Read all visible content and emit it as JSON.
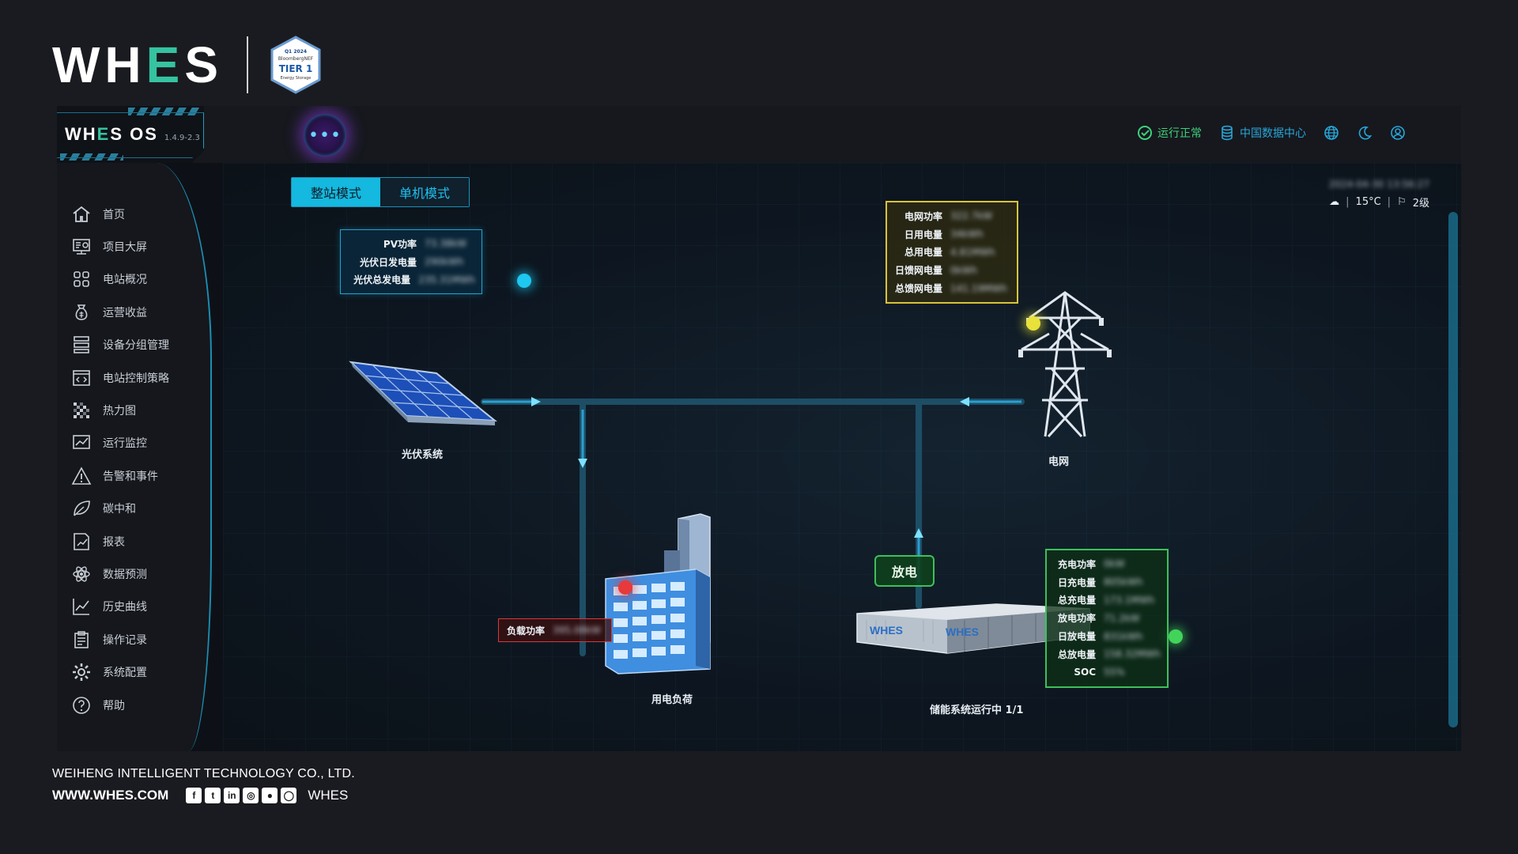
{
  "brand": {
    "logo_left": "WH",
    "logo_e": "E",
    "logo_right": "S",
    "badge": {
      "year": "Q1 2024",
      "line1": "BloombergNEF",
      "tier": "TIER 1",
      "line2": "Energy Storage"
    }
  },
  "os": {
    "name_left": "WH",
    "name_e": "E",
    "name_right": "S OS",
    "version": "1.4.9-2.3"
  },
  "ai_orb": "•••",
  "topbar": {
    "status": "运行正常",
    "datacenter": "中国数据中心"
  },
  "sidebar": {
    "items": [
      {
        "label": "首页",
        "icon": "home-icon"
      },
      {
        "label": "项目大屏",
        "icon": "dashboard-icon"
      },
      {
        "label": "电站概况",
        "icon": "grid-icon"
      },
      {
        "label": "运营收益",
        "icon": "money-bag-icon"
      },
      {
        "label": "设备分组管理",
        "icon": "device-group-icon"
      },
      {
        "label": "电站控制策略",
        "icon": "code-window-icon"
      },
      {
        "label": "热力图",
        "icon": "heatmap-icon"
      },
      {
        "label": "运行监控",
        "icon": "monitor-icon"
      },
      {
        "label": "告警和事件",
        "icon": "warning-icon"
      },
      {
        "label": "碳中和",
        "icon": "leaf-icon"
      },
      {
        "label": "报表",
        "icon": "report-icon"
      },
      {
        "label": "数据预测",
        "icon": "atom-icon"
      },
      {
        "label": "历史曲线",
        "icon": "line-chart-icon"
      },
      {
        "label": "操作记录",
        "icon": "clipboard-icon"
      },
      {
        "label": "系统配置",
        "icon": "gear-icon"
      },
      {
        "label": "帮助",
        "icon": "help-icon"
      }
    ]
  },
  "modes": {
    "station": "整站模式",
    "single": "单机模式"
  },
  "weather": {
    "date": "2024-04-30 13:56:27",
    "temp": "15°C",
    "wind": "2级"
  },
  "pv": {
    "label": "光伏系统",
    "rows": [
      {
        "k": "PV功率",
        "v": "73.38kW"
      },
      {
        "k": "光伏日发电量",
        "v": "290kWh"
      },
      {
        "k": "光伏总发电量",
        "v": "235.31MWh"
      }
    ]
  },
  "grid": {
    "label": "电网",
    "rows": [
      {
        "k": "电网功率",
        "v": "322.7kW"
      },
      {
        "k": "日用电量",
        "v": "34kWh"
      },
      {
        "k": "总用电量",
        "v": "4.81MWh"
      },
      {
        "k": "日馈网电量",
        "v": "0kWh"
      },
      {
        "k": "总馈网电量",
        "v": "141.19MWh"
      }
    ]
  },
  "load": {
    "label": "用电负荷",
    "k": "负载功率",
    "v": "395.08kW"
  },
  "ess": {
    "label": "储能系统运行中 1/1",
    "state": "放电",
    "rows": [
      {
        "k": "充电功率",
        "v": "0kW"
      },
      {
        "k": "日充电量",
        "v": "805kWh"
      },
      {
        "k": "总充电量",
        "v": "173.1MWh"
      },
      {
        "k": "放电功率",
        "v": "71.2kW"
      },
      {
        "k": "日放电量",
        "v": "831kWh"
      },
      {
        "k": "总放电量",
        "v": "158.32MWh"
      },
      {
        "k": "SOC",
        "v": "55%"
      }
    ]
  },
  "footer": {
    "company": "WEIHENG INTELLIGENT TECHNOLOGY CO., LTD.",
    "url": "WWW.WHES.COM",
    "brand": "WHES",
    "socials": [
      "facebook-icon",
      "twitter-icon",
      "linkedin-icon",
      "instagram-icon",
      "wechat-icon",
      "line-icon"
    ]
  },
  "colors": {
    "accent": "#15b8df",
    "ok": "#3fd07a",
    "grid_box": "#d8c43a",
    "load_box": "#d43a3a",
    "ess_box": "#3ec05a"
  }
}
